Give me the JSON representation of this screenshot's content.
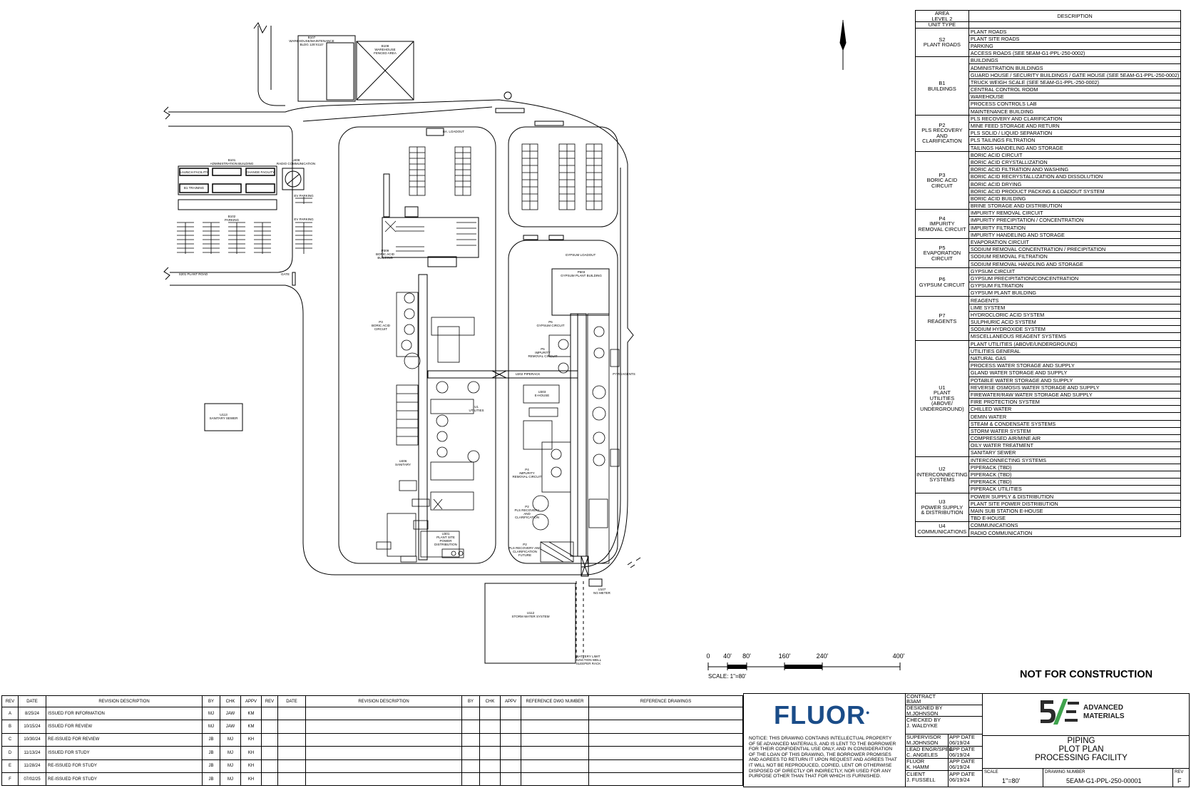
{
  "labels": {
    "b107": "B107\nWAREHOUSE/MAINTENANCE\nBLDG 125'X110'",
    "b108": "B108\nWAREHOUSE\nFENCED AREA",
    "b101": "B101\nADMINISTRATION BUILDING",
    "u408": "U408\nRADIO COMMUNICATION",
    "b102": "B102\nPARKING",
    "ev1": "EV PARKING",
    "ev2": "EV PARKING",
    "s201": "S201 PLANT ROAD",
    "gate": "GATE",
    "ba_loadout": "BA. LOADOUT",
    "p309": "P309\nBORIC ACID\nBUILDING",
    "p3": "P3\nBORIC ACID\nCIRCUIT",
    "gypsum_loadout": "GYPSUM LOADOUT",
    "p603": "P603\nGYPSUM PLANT BUILDING",
    "p6": "P6\nGYPSUM CIRCUIT",
    "p5": "P5\nIMPURITY\nREMOVAL CIRCUIT",
    "u202": "U202 PIPERACK",
    "p7": "P7 REAGENTS",
    "u1": "U1\nUTILITIES",
    "u303": "U303\nE-HOUSE",
    "u406": "U406\nSANITARY",
    "p4": "P4\nIMPURITY\nREMOVAL CIRCUIT",
    "p2": "P2\nPLS RECOVERY\nAND\nCLARIFICATION",
    "p2b": "P2\nPLS RECOVERY AND\nCLARIFICATION\nFUTURE",
    "u301": "U301\nPLANT SITE\nPOWER\nDISTRIBUTION",
    "u113": "U113\nSANITARY SEWER",
    "u112": "U112\nSTORM WATER SYSTEM",
    "u107": "U107\nNG METER",
    "battery": "BATTERY LIMIT\nJUNCTION WELL\nSLEEPER RACK",
    "launch1": "LAUNCH FACILITY",
    "launch2": "CHANGE FACILITY",
    "b1_lower": "B1 TRAINING"
  },
  "scale_bar": {
    "ticks": [
      "0",
      "40'",
      "80'",
      "160'",
      "240'",
      "400'"
    ],
    "label": "SCALE:  1\"=80'"
  },
  "area_table": {
    "header_code": "AREA\nLEVEL 2",
    "header_desc": "DESCRIPTION",
    "unit_type": "UNIT TYPE",
    "groups": [
      {
        "code": "S2\nPLANT ROADS",
        "items": [
          "PLANT ROADS",
          "PLANT SITE ROADS",
          "PARKING",
          "ACCESS ROADS (SEE 5EAM-G1-PPL-250-0002)"
        ]
      },
      {
        "code": "B1\nBUILDINGS",
        "items": [
          "BUILDINGS",
          "ADMINISTRATION BUILDINGS",
          "GUARD HOUSE / SECURITY BUILDINGS / GATE HOUSE (SEE 5EAM-G1-PPL-250-0002)",
          "TRUCK WEIGH SCALE (SEE 5EAM-G1-PPL-250-0002)",
          "CENTRAL CONTROL ROOM",
          "WAREHOUSE",
          "PROCESS CONTROLS LAB",
          "MAINTENANCE BUILDING"
        ]
      },
      {
        "code": "P2\nPLS RECOVERY\nAND\nCLARIFICATION",
        "items": [
          "PLS RECOVERY AND CLARIFICATION",
          "MINE FEED STORAGE AND RETURN",
          "PLS SOLID / LIQUID SEPARATION",
          "PLS TAILINGS FILTRATION",
          "TAILINGS HANDELING AND STORAGE"
        ]
      },
      {
        "code": "P3\nBORIC ACID\nCIRCUIT",
        "items": [
          "BORIC ACID CIRCUIT",
          "BORIC ACID CRYSTALLIZATION",
          "BORIC ACID FILTRATION AND WASHING",
          "BORIC ACID RECRYSTALLIZATION AND DISSOLUTION",
          "BORIC ACID DRYING",
          "BORIC ACID PRODUCT PACKING & LOADOUT SYSTEM",
          "BORIC ACID BUILDING",
          "BRINE STORAGE AND DISTRIBUTION"
        ]
      },
      {
        "code": "P4\nIMPURITY\nREMOVAL CIRCUIT",
        "items": [
          "IMPURITY REMOVAL CIRCUIT",
          "IMPURITY PRECIPITATION / CONCENTRATION",
          "IMPURITY FILTRATION",
          "IMPURITY HANDELING AND STORAGE"
        ]
      },
      {
        "code": "P5\nEVAPORATION\nCIRCUIT",
        "items": [
          "EVAPORATION CIRCUIT",
          "SODIUM REMOVAL CONCENTRATION / PRECIPITATION",
          "SODIUM REMOVAL FILTRATION",
          "SODIUM REMOVAL HANDLING AND STORAGE"
        ]
      },
      {
        "code": "P6\nGYPSUM CIRCUIT",
        "items": [
          "GYPSUM CIRCUIT",
          "GYPSUM PRECIPITATION/CONCENTRATION",
          "GYPSUM FILTRATION",
          "GYPSUM PLANT BUILDING"
        ]
      },
      {
        "code": "P7\nREAGENTS",
        "items": [
          "REAGENTS",
          "LIME SYSTEM",
          "HYDROCLORIC ACID SYSTEM",
          "SULPHURIC ACID SYSTEM",
          "SODIUM HYDROXIDE SYSTEM",
          "MISCELLANEOUS REAGENT SYSTEMS"
        ]
      },
      {
        "code": "U1\nPLANT\nUTILITIES\n(ABOVE/\nUNDERGROUND)",
        "items": [
          "PLANT UTILITIES (ABOVE/UNDERGROUND)",
          "UTILITIES GENERAL",
          "NATURAL GAS",
          "PROCESS WATER STORAGE AND SUPPLY",
          "GLAND WATER STORAGE AND SUPPLY",
          "POTABLE WATER STORAGE AND SUPPLY",
          "REVERSE OSMOSIS WATER STORAGE AND SUPPLY",
          "FIREWATER/RAW WATER STORAGE AND SUPPLY",
          "FIRE PROTECTION SYSTEM",
          "CHILLED WATER",
          "DEMIN WATER",
          "STEAM & CONDENSATE SYSTEMS",
          "STORM WATER SYSTEM",
          "COMPRESSED AIR/MINE AIR",
          "OILY WATER TREATMENT",
          "SANITARY SEWER"
        ]
      },
      {
        "code": "U2\nINTERCONNECTING\nSYSTEMS",
        "items": [
          "INTERCONNECTING SYSTEMS",
          "PIPERACK (TBD)",
          "PIPERACK (TBD)",
          "PIPERACK (TBD)",
          "PIPERACK UTILITIES"
        ]
      },
      {
        "code": "U3\nPOWER SUPPLY\n& DISTRIBUTION",
        "items": [
          "POWER SUPPLY & DISTRIBUTION",
          "PLANT SITE POWER DISTRIBUTION",
          "MAIN SUB STATION E-HOUSE",
          "TBD E-HOUSE"
        ]
      },
      {
        "code": "U4\nCOMMUNICATIONS",
        "items": [
          "COMMUNICATIONS",
          "RADIO COMMUNICATION"
        ]
      }
    ]
  },
  "revision_table": {
    "headers": [
      "REV",
      "DATE",
      "REVISION DESCRIPTION",
      "BY",
      "CHK",
      "APPV",
      "REV",
      "DATE",
      "REVISION DESCRIPTION",
      "BY",
      "CHK",
      "APPV",
      "REFERENCE DWG NUMBER",
      "REFERENCE DRAWINGS"
    ],
    "rows": [
      {
        "rev": "A",
        "date": "8/25/24",
        "desc": "ISSUED FOR INFORMATION",
        "by": "MJ",
        "chk": "JAW",
        "appv": "KM"
      },
      {
        "rev": "B",
        "date": "10/15/24",
        "desc": "ISSUED FOR REVIEW",
        "by": "MJ",
        "chk": "JAW",
        "appv": "KM"
      },
      {
        "rev": "C",
        "date": "10/30/24",
        "desc": "RE-ISSUED FOR REVIEW",
        "by": "JB",
        "chk": "MJ",
        "appv": "KH"
      },
      {
        "rev": "D",
        "date": "11/13/24",
        "desc": "ISSUED FOR STUDY",
        "by": "JB",
        "chk": "MJ",
        "appv": "KH"
      },
      {
        "rev": "E",
        "date": "11/28/24",
        "desc": "RE-ISSUED FOR STUDY",
        "by": "JB",
        "chk": "MJ",
        "appv": "KH"
      },
      {
        "rev": "F",
        "date": "07/02/25",
        "desc": "RE-ISSUED FOR STUDY",
        "by": "JB",
        "chk": "MJ",
        "appv": "KH"
      }
    ]
  },
  "title_block": {
    "not_for_construction": "NOT FOR CONSTRUCTION",
    "fluor": "FLUOR",
    "notice": "NOTICE: THIS DRAWING CONTAINS INTELLECTUAL PROPERTY OF 5E ADVANCED MATERIALS, AND IS LENT TO THE BORROWER FOR THEIR CONFIDENTIAL USE ONLY, AND IN CONSIDERATION OF THE LOAN OF THIS DRAWING, THE BORROWER PROMISES AND AGREES TO RETURN IT UPON REQUEST AND AGREES THAT IT WILL NOT BE REPRODUCED, COPIED, LENT OR OTHERWISE DISPOSED OF DIRECTLY OR INDIRECTLY, NOR USED FOR ANY PURPOSE OTHER THAN THAT FOR WHICH IS FURNISHED.",
    "contract_label": "CONTRACT",
    "contract": "B3AM",
    "designed_label": "DESIGNED BY",
    "designed": "M.JOHNSON",
    "checked_label": "CHECKED BY",
    "checked": "J. WALDYKE",
    "supervisor_label": "SUPERVISOR",
    "supervisor": "M.JOHNSON",
    "lead_label": "LEAD ENGR/SPEC.",
    "lead": "C. ANGELES",
    "fluor_label": "FLUOR",
    "fluor_appr": "K. HAMM",
    "client_label": "CLIENT",
    "client": "J. FUSSELL",
    "app_date_label": "APP DATE",
    "app_date": "06/19/24",
    "logo_line1": "ADVANCED",
    "logo_line2": "MATERIALS",
    "title1": "PIPING",
    "title2": "PLOT PLAN",
    "title3": "PROCESSING FACILITY",
    "scale_label": "SCALE",
    "scale": "1\"=80'",
    "dwg_label": "DRAWING NUMBER",
    "dwg": "5EAM-G1-PPL-250-00001",
    "rev_label": "REV",
    "rev": "F"
  }
}
